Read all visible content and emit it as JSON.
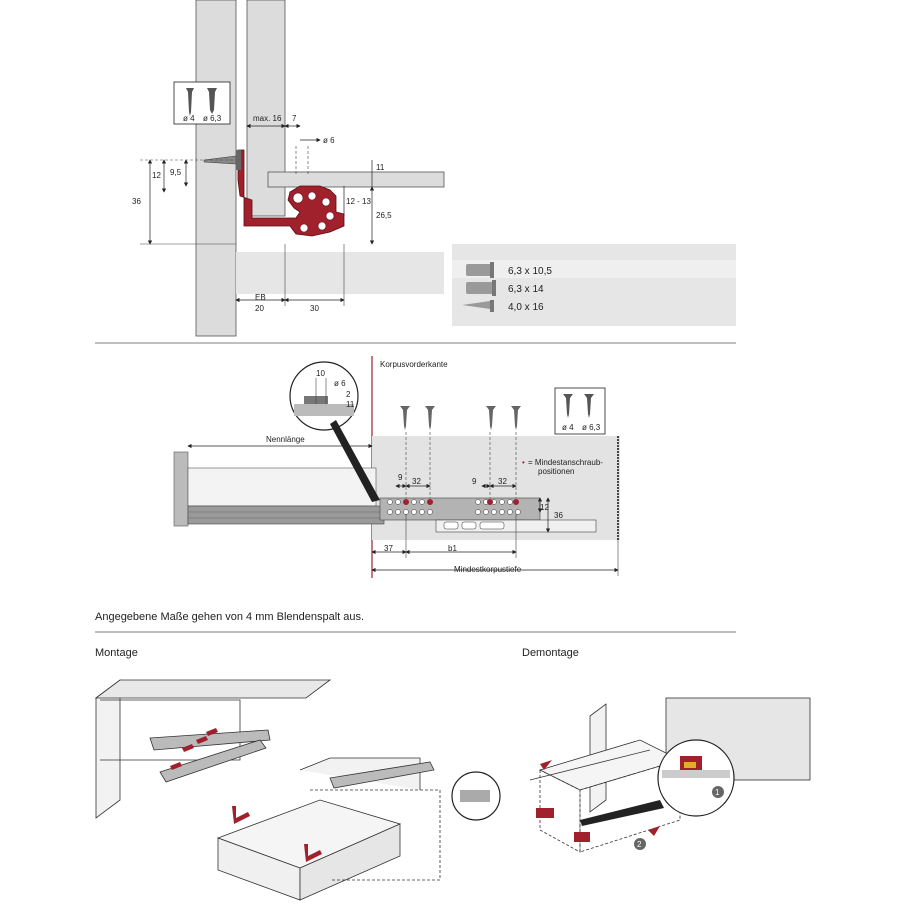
{
  "colors": {
    "accent_red": "#a0202c",
    "panel_grey": "#dcdcdc",
    "line": "#222222"
  },
  "section_top": {
    "screw_box": {
      "label_a": "ø 4",
      "label_b": "ø 6,3"
    },
    "dims": {
      "max16": "max. 16",
      "d7": "7",
      "d6": "ø 6",
      "d11": "11",
      "d12": "12",
      "d9_5": "9,5",
      "d36": "36",
      "d12_13": "12 - 13",
      "d26_5": "26,5",
      "eb": "EB",
      "d20": "20",
      "d30": "30"
    },
    "screw_list": [
      {
        "label": "6,3 x 10,5",
        "icon": "euro-screw-icon"
      },
      {
        "label": "6,3 x 14",
        "icon": "euro-screw-icon"
      },
      {
        "label": "4,0 x 16",
        "icon": "wood-screw-icon"
      }
    ]
  },
  "section_middle": {
    "front_edge_label": "Korpusvorderkante",
    "nominal_length": "Nennlänge",
    "detail_dims": {
      "d10": "10",
      "d6": "ø 6",
      "d2": "2",
      "d11": "11"
    },
    "screw_box": {
      "label_a": "ø 4",
      "label_b": "ø 6,3"
    },
    "legend": {
      "marker": "•",
      "text_line1": "= Mindestanschraub-",
      "text_line2": "positionen"
    },
    "dims": {
      "d9a": "9",
      "d32a": "32",
      "d9b": "9",
      "d32b": "32",
      "d12": "12",
      "d36": "36",
      "d37": "37",
      "b1": "b1",
      "min_depth": "Mindestkorpustiefe"
    }
  },
  "note": "Angegebene Maße gehen von 4 mm Blendenspalt aus.",
  "assembly": {
    "montage_title": "Montage",
    "demontage_title": "Demontage",
    "steps": [
      "1",
      "2"
    ]
  }
}
